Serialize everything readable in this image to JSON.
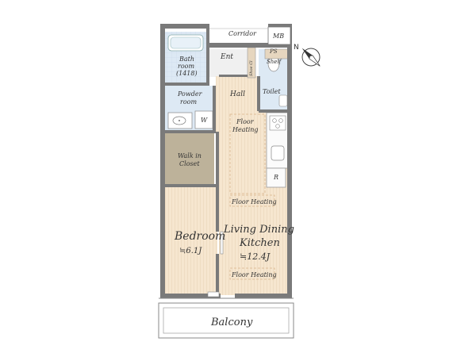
{
  "rooms": {
    "corridor": "Corridor",
    "mb": "MB",
    "ps": "PS",
    "ent": "Ent",
    "shelf": "Shelf",
    "shoe_cl": "Shoe Cl",
    "bath_line1": "Bath",
    "bath_line2": "room",
    "bath_line3": "(1418)",
    "powder_line1": "Powder",
    "powder_line2": "room",
    "w": "W",
    "hall": "Hall",
    "toilet": "Toilet",
    "walkin_line1": "Walk in",
    "walkin_line2": "Closet",
    "bedroom": "Bedroom",
    "bedroom_size": "≒6.1J",
    "ldk_line1": "Living Dining",
    "ldk_line2": "Kitchen",
    "ldk_size": "≒12.4J",
    "r": "R",
    "balcony": "Balcony"
  },
  "floor_heating": {
    "top_line1": "Floor",
    "top_line2": "Heating",
    "middle": "Floor Heating",
    "bottom": "Floor Heating"
  },
  "compass": {
    "letter": "N"
  },
  "colors": {
    "wood": "#f6e6cf",
    "wood_line": "#e2c9a8",
    "wet": "#d9e7f3",
    "closet": "#bdb29a",
    "wall": "#7a7a7a"
  }
}
